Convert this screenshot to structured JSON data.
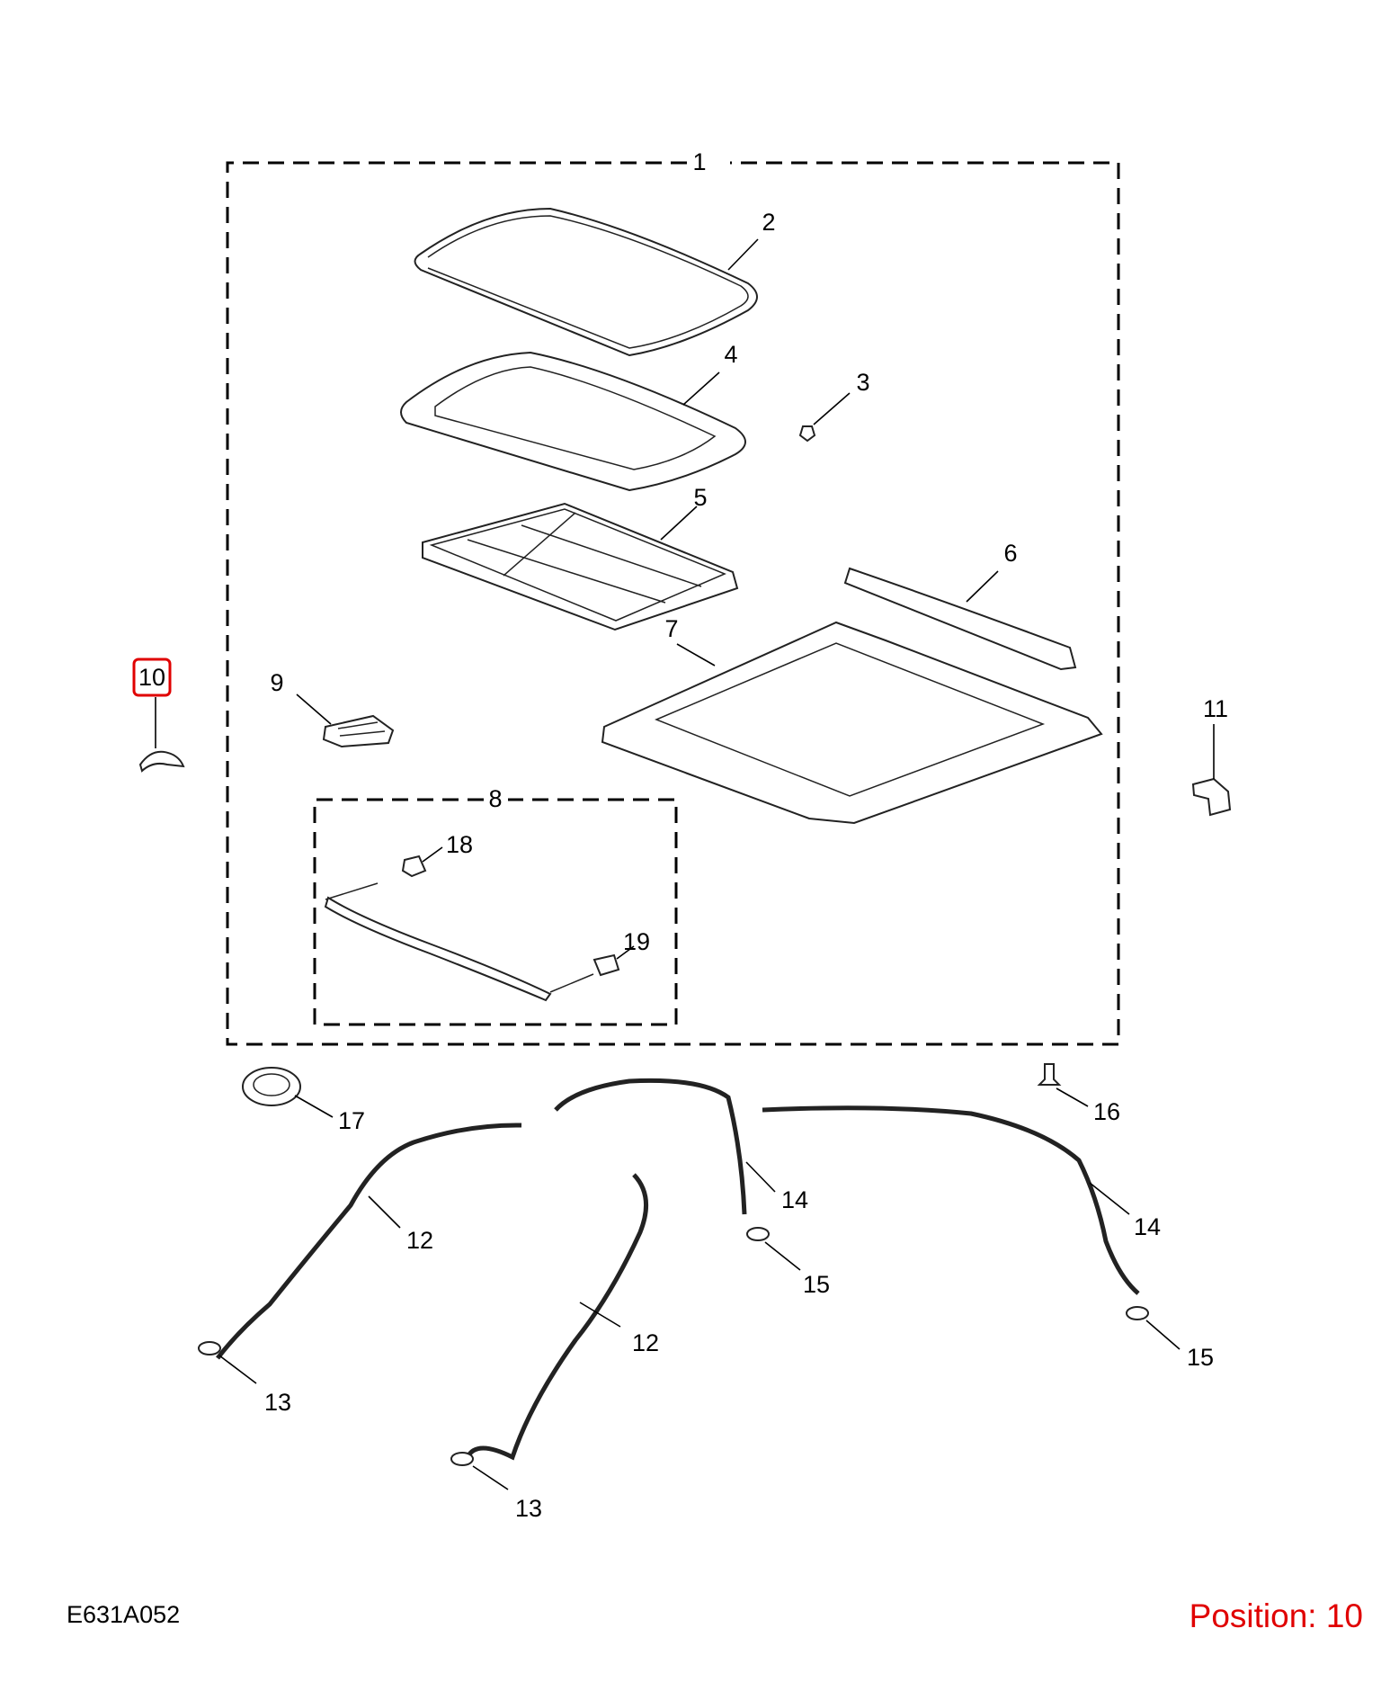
{
  "drawing_code": "E631A052",
  "position_label": "Position: 10",
  "highlight_color": "#e00000",
  "highlighted_callout": "10",
  "callouts": {
    "c1": "1",
    "c2": "2",
    "c3": "3",
    "c4": "4",
    "c5": "5",
    "c6": "6",
    "c7": "7",
    "c8": "8",
    "c9": "9",
    "c10": "10",
    "c11": "11",
    "c12a": "12",
    "c12b": "12",
    "c13a": "13",
    "c13b": "13",
    "c14a": "14",
    "c14b": "14",
    "c15a": "15",
    "c15b": "15",
    "c16": "16",
    "c17": "17",
    "c18": "18",
    "c19": "19"
  }
}
